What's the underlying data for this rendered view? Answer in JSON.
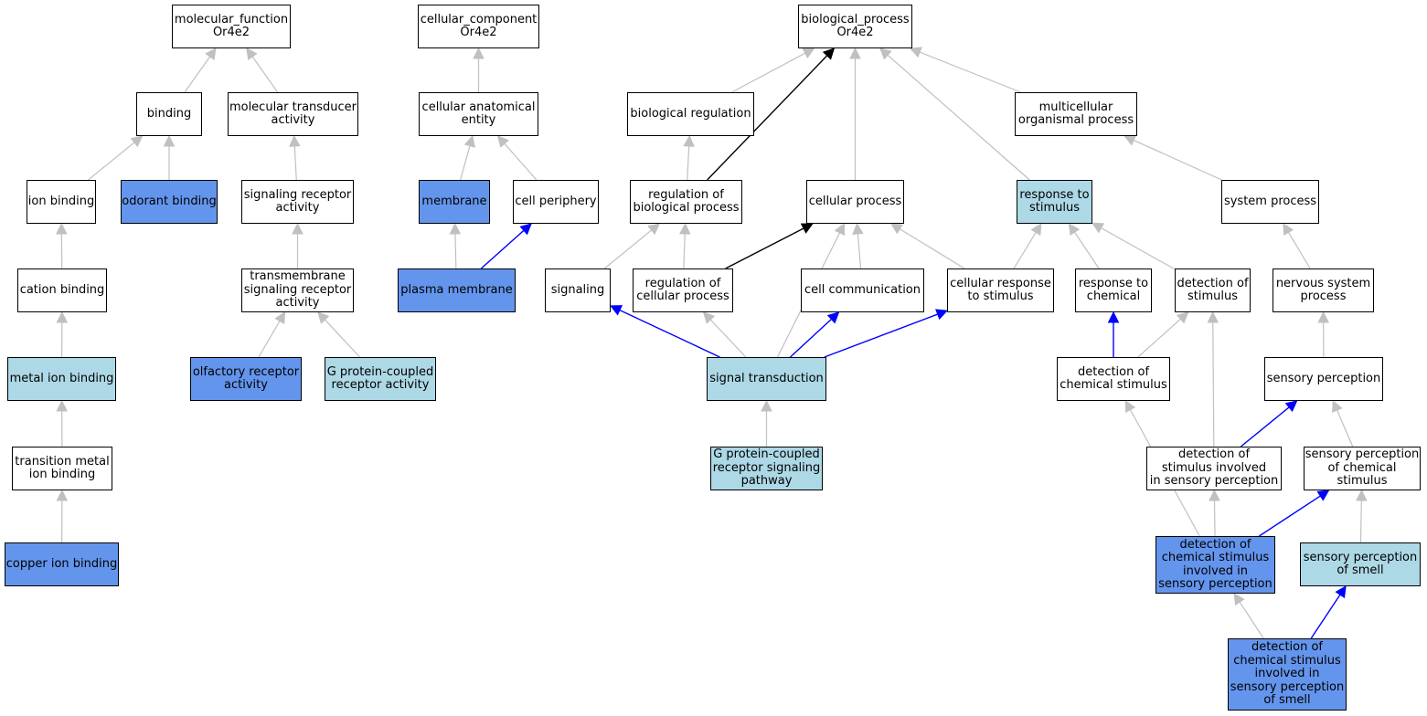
{
  "nodes": [
    {
      "id": "mf",
      "label": "molecular_function\nOr4e2",
      "fill": "white"
    },
    {
      "id": "cc",
      "label": "cellular_component\nOr4e2",
      "fill": "white"
    },
    {
      "id": "bp",
      "label": "biological_process\nOr4e2",
      "fill": "white"
    },
    {
      "id": "binding",
      "label": "binding",
      "fill": "white"
    },
    {
      "id": "mta",
      "label": "molecular transducer\nactivity",
      "fill": "white"
    },
    {
      "id": "cae",
      "label": "cellular anatomical\nentity",
      "fill": "white"
    },
    {
      "id": "breg",
      "label": "biological regulation",
      "fill": "white"
    },
    {
      "id": "mop",
      "label": "multicellular\norganismal process",
      "fill": "white"
    },
    {
      "id": "ionb",
      "label": "ion binding",
      "fill": "white"
    },
    {
      "id": "odb",
      "label": "odorant binding",
      "fill": "darkblue"
    },
    {
      "id": "sra",
      "label": "signaling receptor\nactivity",
      "fill": "white"
    },
    {
      "id": "mem",
      "label": "membrane",
      "fill": "darkblue"
    },
    {
      "id": "cper",
      "label": "cell periphery",
      "fill": "white"
    },
    {
      "id": "rbp",
      "label": "regulation of\nbiological process",
      "fill": "white"
    },
    {
      "id": "cp",
      "label": "cellular process",
      "fill": "white"
    },
    {
      "id": "rts",
      "label": "response to\nstimulus",
      "fill": "lightblue"
    },
    {
      "id": "sysp",
      "label": "system process",
      "fill": "white"
    },
    {
      "id": "catb",
      "label": "cation binding",
      "fill": "white"
    },
    {
      "id": "tsra",
      "label": "transmembrane\nsignaling receptor\nactivity",
      "fill": "white"
    },
    {
      "id": "pm",
      "label": "plasma membrane",
      "fill": "darkblue"
    },
    {
      "id": "sig",
      "label": "signaling",
      "fill": "white"
    },
    {
      "id": "rcp",
      "label": "regulation of\ncellular process",
      "fill": "white"
    },
    {
      "id": "cc2",
      "label": "cell communication",
      "fill": "white"
    },
    {
      "id": "crs",
      "label": "cellular response\nto stimulus",
      "fill": "white"
    },
    {
      "id": "rtc",
      "label": "response to\nchemical",
      "fill": "white"
    },
    {
      "id": "dos",
      "label": "detection of\nstimulus",
      "fill": "white"
    },
    {
      "id": "nsp",
      "label": "nervous system\nprocess",
      "fill": "white"
    },
    {
      "id": "mib",
      "label": "metal ion binding",
      "fill": "lightblue"
    },
    {
      "id": "ora",
      "label": "olfactory receptor\nactivity",
      "fill": "darkblue"
    },
    {
      "id": "gpcra",
      "label": "G protein-coupled\nreceptor activity",
      "fill": "lightblue"
    },
    {
      "id": "st",
      "label": "signal transduction",
      "fill": "lightblue"
    },
    {
      "id": "docs",
      "label": "detection of\nchemical stimulus",
      "fill": "white"
    },
    {
      "id": "sp",
      "label": "sensory perception",
      "fill": "white"
    },
    {
      "id": "tmib",
      "label": "transition metal\nion binding",
      "fill": "white"
    },
    {
      "id": "gpcrsp",
      "label": "G protein-coupled\nreceptor signaling\npathway",
      "fill": "lightblue"
    },
    {
      "id": "dosisp",
      "label": "detection of\nstimulus involved\nin sensory perception",
      "fill": "white"
    },
    {
      "id": "spcs",
      "label": "sensory perception\nof chemical\nstimulus",
      "fill": "white"
    },
    {
      "id": "cuib",
      "label": "copper ion binding",
      "fill": "darkblue"
    },
    {
      "id": "docsisp",
      "label": "detection of\nchemical stimulus\ninvolved in\nsensory perception",
      "fill": "darkblue"
    },
    {
      "id": "sps",
      "label": "sensory perception\nof smell",
      "fill": "lightblue"
    },
    {
      "id": "docsispos",
      "label": "detection of\nchemical stimulus\ninvolved in\nsensory perception\nof smell",
      "fill": "darkblue"
    }
  ],
  "edges": [
    {
      "from": "binding",
      "to": "mf",
      "style": "gray"
    },
    {
      "from": "mta",
      "to": "mf",
      "style": "gray"
    },
    {
      "from": "ionb",
      "to": "binding",
      "style": "gray"
    },
    {
      "from": "odb",
      "to": "binding",
      "style": "gray"
    },
    {
      "from": "sra",
      "to": "mta",
      "style": "gray"
    },
    {
      "from": "catb",
      "to": "ionb",
      "style": "gray"
    },
    {
      "from": "tsra",
      "to": "sra",
      "style": "gray"
    },
    {
      "from": "mib",
      "to": "catb",
      "style": "gray"
    },
    {
      "from": "ora",
      "to": "tsra",
      "style": "gray"
    },
    {
      "from": "gpcra",
      "to": "tsra",
      "style": "gray"
    },
    {
      "from": "tmib",
      "to": "mib",
      "style": "gray"
    },
    {
      "from": "cuib",
      "to": "tmib",
      "style": "gray"
    },
    {
      "from": "cae",
      "to": "cc",
      "style": "gray"
    },
    {
      "from": "mem",
      "to": "cae",
      "style": "gray"
    },
    {
      "from": "cper",
      "to": "cae",
      "style": "gray"
    },
    {
      "from": "pm",
      "to": "mem",
      "style": "gray"
    },
    {
      "from": "pm",
      "to": "cper",
      "style": "blue"
    },
    {
      "from": "breg",
      "to": "bp",
      "style": "gray"
    },
    {
      "from": "rbp",
      "to": "bp",
      "style": "black"
    },
    {
      "from": "cp",
      "to": "bp",
      "style": "gray"
    },
    {
      "from": "rts",
      "to": "bp",
      "style": "gray"
    },
    {
      "from": "mop",
      "to": "bp",
      "style": "gray"
    },
    {
      "from": "rbp",
      "to": "breg",
      "style": "gray"
    },
    {
      "from": "sysp",
      "to": "mop",
      "style": "gray"
    },
    {
      "from": "sig",
      "to": "rbp",
      "style": "gray"
    },
    {
      "from": "rcp",
      "to": "rbp",
      "style": "gray"
    },
    {
      "from": "rcp",
      "to": "cp",
      "style": "black"
    },
    {
      "from": "cc2",
      "to": "cp",
      "style": "gray"
    },
    {
      "from": "crs",
      "to": "cp",
      "style": "gray"
    },
    {
      "from": "st",
      "to": "cp",
      "style": "gray"
    },
    {
      "from": "crs",
      "to": "rts",
      "style": "gray"
    },
    {
      "from": "rtc",
      "to": "rts",
      "style": "gray"
    },
    {
      "from": "dos",
      "to": "rts",
      "style": "gray"
    },
    {
      "from": "nsp",
      "to": "sysp",
      "style": "gray"
    },
    {
      "from": "st",
      "to": "sig",
      "style": "blue"
    },
    {
      "from": "st",
      "to": "rcp",
      "style": "gray"
    },
    {
      "from": "st",
      "to": "cc2",
      "style": "blue"
    },
    {
      "from": "st",
      "to": "crs",
      "style": "blue"
    },
    {
      "from": "gpcrsp",
      "to": "st",
      "style": "gray"
    },
    {
      "from": "docs",
      "to": "rtc",
      "style": "blue"
    },
    {
      "from": "docs",
      "to": "dos",
      "style": "gray"
    },
    {
      "from": "dosisp",
      "to": "dos",
      "style": "gray"
    },
    {
      "from": "sp",
      "to": "nsp",
      "style": "gray"
    },
    {
      "from": "dosisp",
      "to": "sp",
      "style": "blue"
    },
    {
      "from": "spcs",
      "to": "sp",
      "style": "gray"
    },
    {
      "from": "docsisp",
      "to": "docs",
      "style": "gray"
    },
    {
      "from": "docsisp",
      "to": "dosisp",
      "style": "gray"
    },
    {
      "from": "docsisp",
      "to": "spcs",
      "style": "blue"
    },
    {
      "from": "sps",
      "to": "spcs",
      "style": "gray"
    },
    {
      "from": "docsispos",
      "to": "docsisp",
      "style": "gray"
    },
    {
      "from": "docsispos",
      "to": "sps",
      "style": "blue"
    }
  ],
  "colors": {
    "white": "#ffffff",
    "lightblue": "#add8e6",
    "darkblue": "#6495ed",
    "edge_gray": "#c0c0c0",
    "edge_blue": "#0000ff",
    "edge_black": "#000000"
  }
}
